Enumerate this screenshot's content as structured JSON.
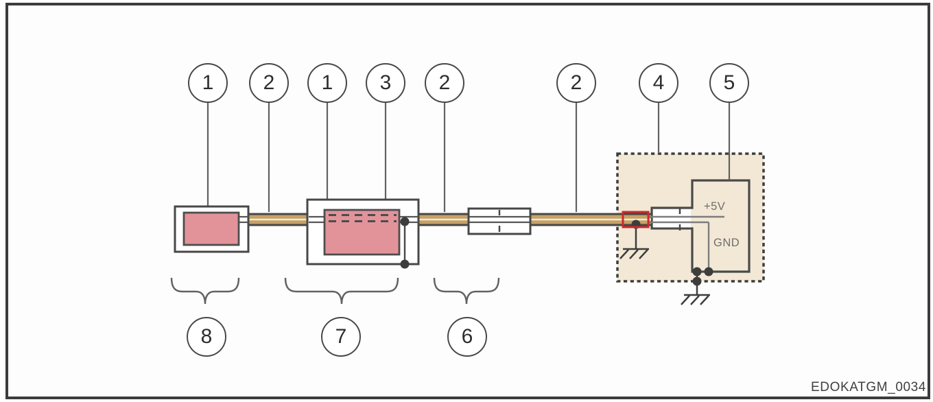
{
  "figure": {
    "code": "EDOKATGM_0034",
    "callouts_top": [
      "1",
      "2",
      "1",
      "3",
      "2",
      "2",
      "4",
      "5"
    ],
    "callouts_bottom": [
      "8",
      "7",
      "6"
    ],
    "labels": {
      "supply": "+5V",
      "ground": "GND"
    },
    "colors": {
      "highlight_red": "#cc2a2a",
      "component_pink": "#e2939a",
      "wire_tan": "#c7a164",
      "module_beige": "#f2e8d5",
      "line_dark": "#474747"
    }
  }
}
